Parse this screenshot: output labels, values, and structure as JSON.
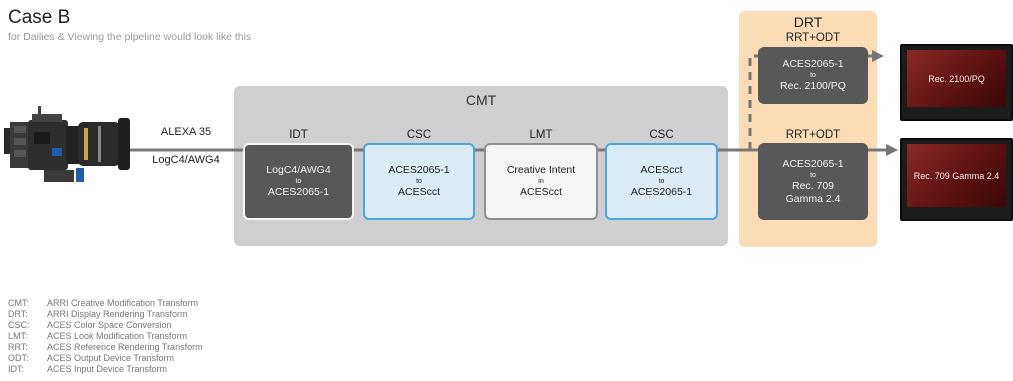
{
  "header": {
    "title": "Case B",
    "subtitle": "for Dailies & Viewing the pipeline would look like this"
  },
  "camera": {
    "label1": "ALEXA 35",
    "label2": "LogC4/AWG4"
  },
  "cmt": {
    "label": "CMT",
    "stages": [
      {
        "header": "IDT",
        "line1": "LogC4/AWG4",
        "line2": "to",
        "line3": "ACES2065-1"
      },
      {
        "header": "CSC",
        "line1": "ACES2065-1",
        "line2": "to",
        "line3": "ACEScct"
      },
      {
        "header": "LMT",
        "line1": "Creative Intent",
        "line2": "in",
        "line3": "ACEScct"
      },
      {
        "header": "CSC",
        "line1": "ACEScct",
        "line2": "to",
        "line3": "ACES2065-1"
      }
    ]
  },
  "drt": {
    "label": "DRT",
    "top": {
      "header": "RRT+ODT",
      "line1": "ACES2065-1",
      "line2": "to",
      "line3": "Rec. 2100/PQ"
    },
    "bottom": {
      "header": "RRT+ODT",
      "line1": "ACES2065-1",
      "line2": "to",
      "line3": "Rec. 709",
      "line4": "Gamma 2.4"
    }
  },
  "monitors": [
    {
      "label": "Rec. 2100/PQ"
    },
    {
      "label": "Rec. 709 Gamma 2.4"
    }
  ],
  "legend": [
    {
      "key": "CMT:",
      "value": "ARRI Creative Modification Transform"
    },
    {
      "key": "DRT:",
      "value": "ARRI Display Rendering Transform"
    },
    {
      "key": "CSC:",
      "value": "ACES Color Space Conversion"
    },
    {
      "key": "LMT:",
      "value": "ACES Look Modification Transform"
    },
    {
      "key": "RRT:",
      "value": "ACES Reference Rendering Transform"
    },
    {
      "key": "ODT:",
      "value": "ACES Output Device Transform"
    },
    {
      "key": "IDT:",
      "value": "ACES Input Device Transform"
    }
  ],
  "colors": {
    "cmt_panel": "#cfcfcf",
    "drt_panel": "#fbdcb4",
    "csc_border": "#4aa6e3",
    "dark_box": "#585858",
    "arrow": "#777777"
  }
}
